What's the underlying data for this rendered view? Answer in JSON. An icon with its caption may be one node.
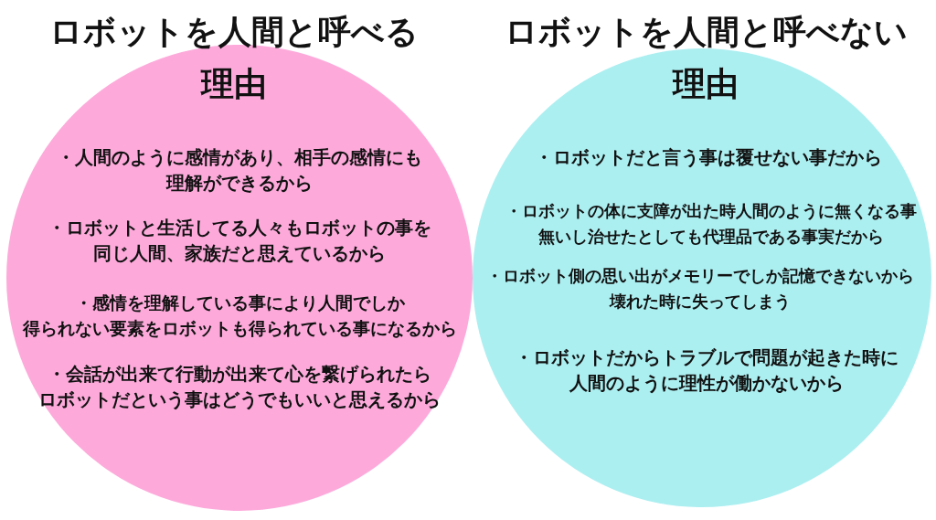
{
  "diagram": {
    "nodes": [
      {
        "text": [
          "ロボットを人間と呼べる理由",
          "・人間のように感情があり、相手の感情にも理解ができるから",
          "・ロボットと生活してる人々もロボットの事を同じ人間、家族だと思えているから",
          "・感情を理解している事により人間でしか得られない要素をロボットも得られている事になるから",
          "・会話が出来て行動が出来て心を繋げられたらロボットだという事はどうでもいいと思えるから"
        ]
      },
      {
        "text": [
          "ロボットを人間と呼べない理由",
          "・ロボットだと言う事は覆せない事だから",
          "・ロボットの体に支障が出た時人間のように無くなる事無いし治せたとしても代理品である事実だから",
          "・ロボット側の思い出がメモリーでしか記憶できないから壊れた時に失ってしまう",
          "・ロボットだからトラブルで問題が起きた時に人間のように理性が働かないから"
        ]
      }
    ]
  }
}
